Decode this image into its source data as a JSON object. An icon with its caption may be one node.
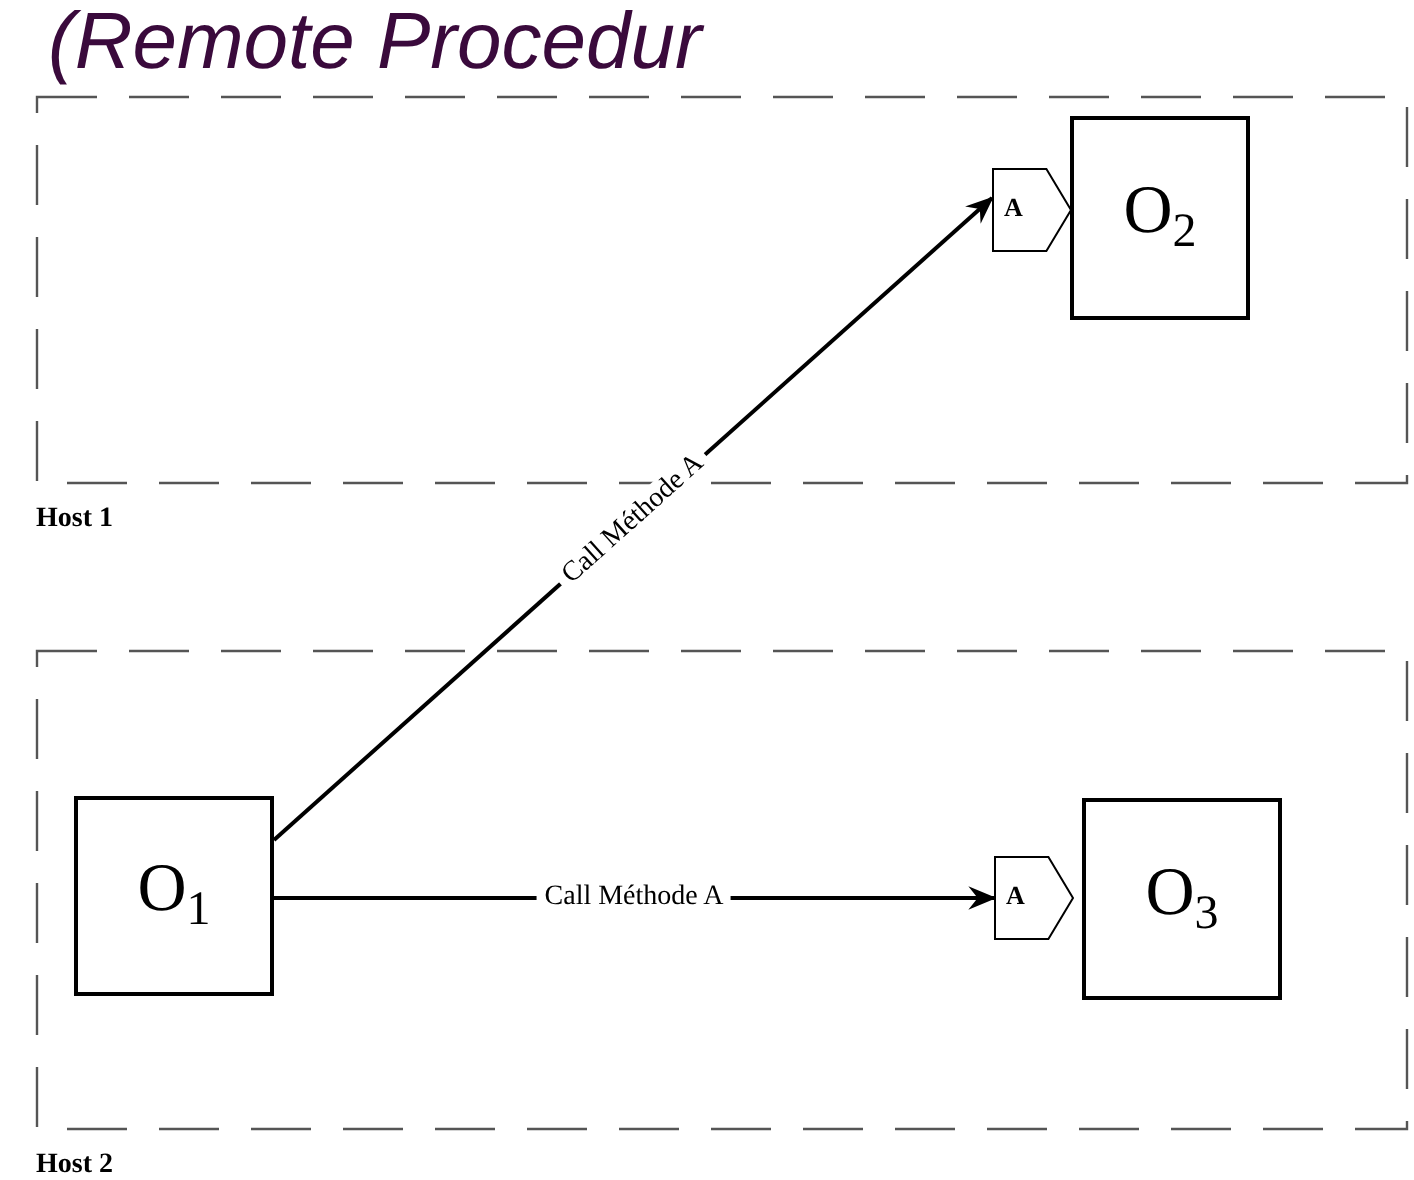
{
  "diagram": {
    "title": "(Remote Procedur",
    "nodes": [
      {
        "text": [
          "Host 1"
        ]
      },
      {
        "text": [
          "O$_{2}$"
        ],
        "in": 0
      },
      {
        "text": [
          "A"
        ],
        "in": 0
      },
      {
        "text": [
          "Host 2"
        ]
      },
      {
        "text": [
          "O$_{1}$"
        ],
        "in": 3
      },
      {
        "text": [
          "A"
        ],
        "in": 3
      },
      {
        "text": [
          "O$_{3}$"
        ],
        "in": 3
      }
    ],
    "edges": [
      {
        "from": 4,
        "to": 2,
        "arrow": "to",
        "label": "Call Méthode A"
      },
      {
        "from": 4,
        "to": 5,
        "arrow": "to",
        "label": "Call Méthode A"
      }
    ]
  }
}
